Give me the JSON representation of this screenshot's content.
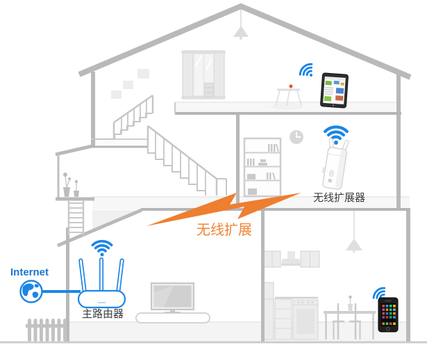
{
  "diagram": {
    "type": "wireless-range-extender-setup-illustration",
    "scene": "two-story house cross-section",
    "labels": {
      "internet": "Internet",
      "main_router": "主路由器",
      "wireless_extension": "无线扩展",
      "wireless_extender": "无线扩展器"
    },
    "devices": [
      {
        "name": "main-router",
        "label": "主路由器",
        "signal": "wifi"
      },
      {
        "name": "range-extender",
        "label": "无线扩展器",
        "signal": "wifi"
      },
      {
        "name": "tablet",
        "signal": "wifi"
      },
      {
        "name": "smartphone",
        "signal": "wifi"
      }
    ],
    "icons": {
      "globe": "globe-icon",
      "wifi": "wifi-signal-icon",
      "lightning": "lightning-bolt-icon"
    },
    "colors": {
      "wifi_blue": "#1b86e5",
      "internet_text_blue": "#1877cf",
      "extension_orange": "#ee7e30",
      "extension_text_orange": "#f08438",
      "structure_gray": "#b9b9b9",
      "furniture_gray": "#d9d9d9",
      "label_dark": "#3c3c3c",
      "background": "#ffffff"
    }
  }
}
